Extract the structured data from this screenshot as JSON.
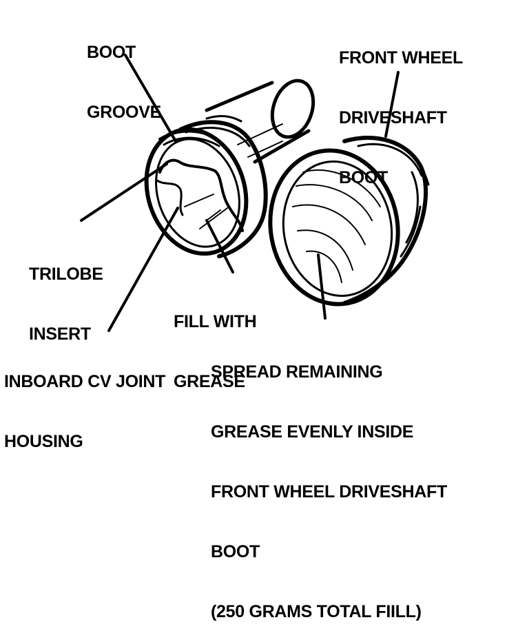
{
  "labels": {
    "boot_groove": [
      "BOOT",
      "GROOVE"
    ],
    "front_wheel_driveshaft_boot": [
      "FRONT WHEEL",
      "DRIVESHAFT",
      "BOOT"
    ],
    "trilobe_insert": [
      "TRILOBE",
      "INSERT"
    ],
    "fill_with_grease": [
      "FILL WITH",
      "GREASE"
    ],
    "inboard_cv_joint_housing": [
      "INBOARD CV JOINT",
      "HOUSING"
    ],
    "spread_remaining_grease": [
      "SPREAD REMAINING",
      "GREASE EVENLY INSIDE",
      "FRONT WHEEL DRIVESHAFT",
      "BOOT",
      "(250 GRAMS TOTAL FIILL)"
    ]
  },
  "colors": {
    "ink": "#000000",
    "paper": "#ffffff"
  }
}
